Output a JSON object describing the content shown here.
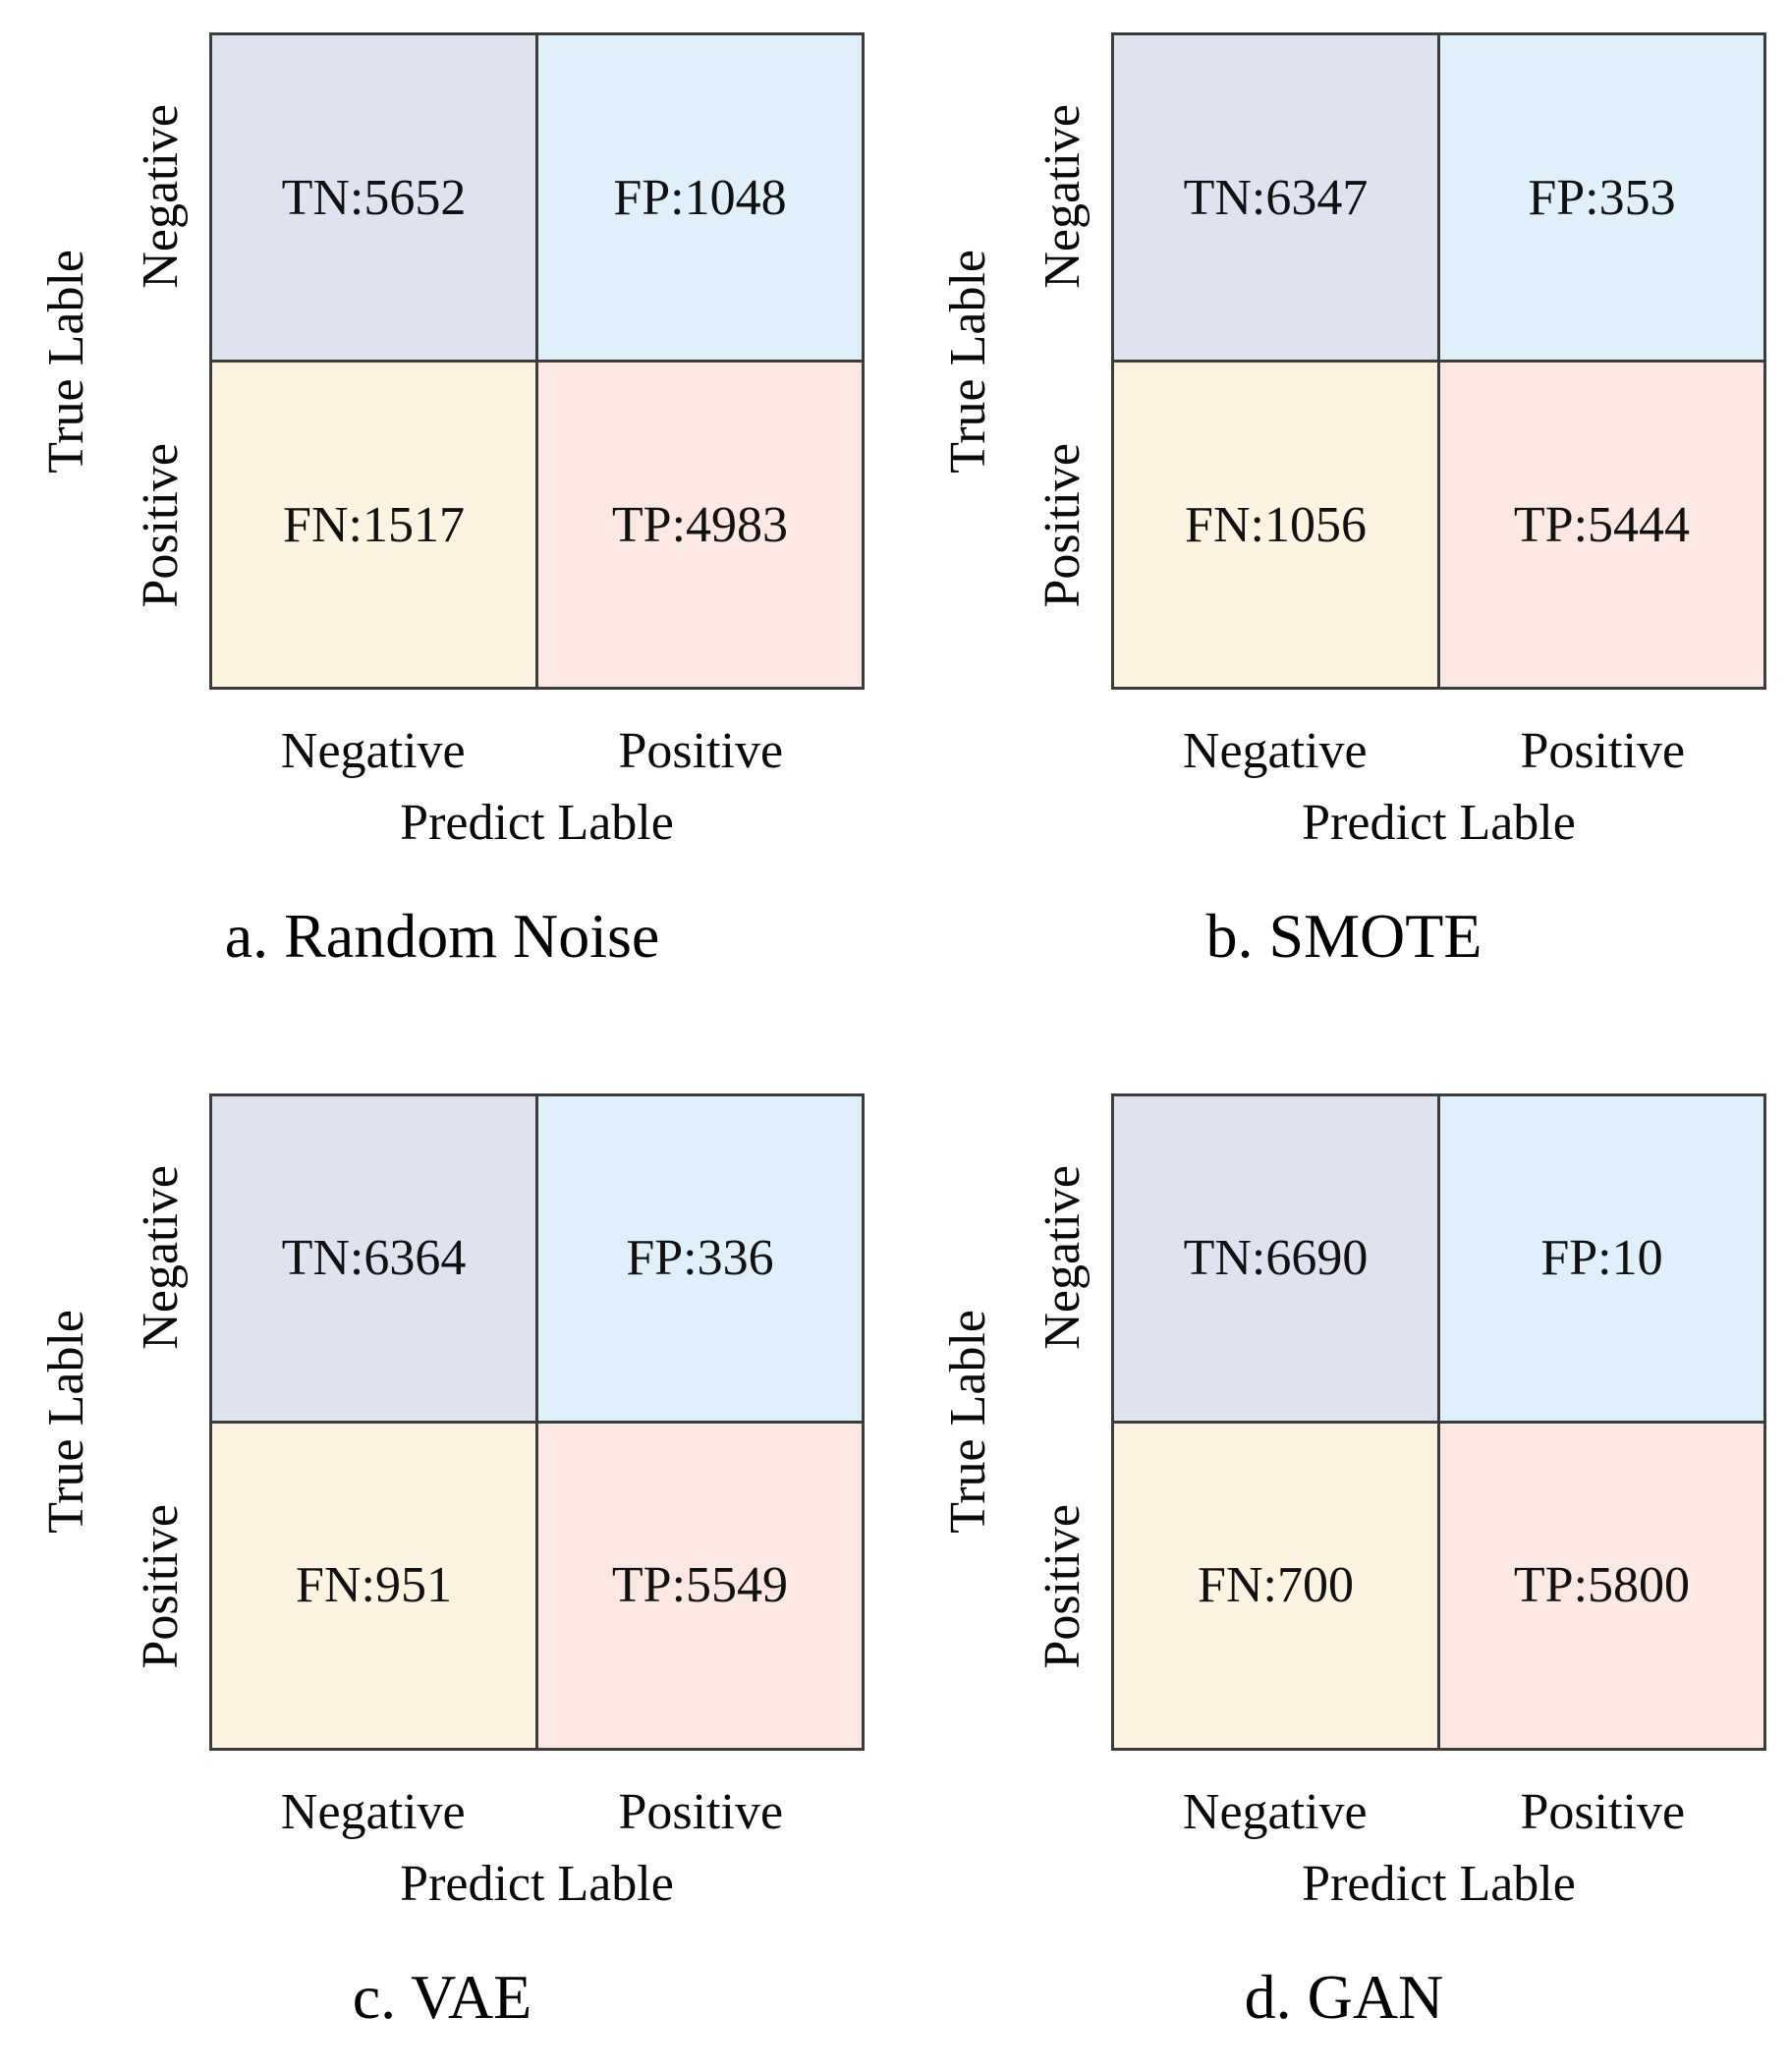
{
  "figure": {
    "y_axis_label": "True Lable",
    "x_axis_label": "Predict Lable",
    "row_labels": [
      "Negative",
      "Positive"
    ],
    "col_labels": [
      "Negative",
      "Positive"
    ]
  },
  "colors": {
    "tn": "#dfe3f0",
    "fp": "#dff0fa",
    "fn": "#fdf3e1",
    "tp": "#fbe8e3",
    "border": "#3c3c3c"
  },
  "panels": [
    {
      "id": "a",
      "caption": "a. Random Noise",
      "cells": {
        "tn": "TN:5652",
        "fp": "FP:1048",
        "fn": "FN:1517",
        "tp": "TP:4983"
      }
    },
    {
      "id": "b",
      "caption": "b. SMOTE",
      "cells": {
        "tn": "TN:6347",
        "fp": "FP:353",
        "fn": "FN:1056",
        "tp": "TP:5444"
      }
    },
    {
      "id": "c",
      "caption": "c. VAE",
      "cells": {
        "tn": "TN:6364",
        "fp": "FP:336",
        "fn": "FN:951",
        "tp": "TP:5549"
      }
    },
    {
      "id": "d",
      "caption": "d. GAN",
      "cells": {
        "tn": "TN:6690",
        "fp": "FP:10",
        "fn": "FN:700",
        "tp": "TP:5800"
      }
    }
  ],
  "chart_data": [
    {
      "type": "heatmap",
      "title": "a. Random Noise",
      "xlabel": "Predict Lable",
      "ylabel": "True Lable",
      "x_categories": [
        "Negative",
        "Positive"
      ],
      "y_categories": [
        "Negative",
        "Positive"
      ],
      "cells": {
        "TN": 5652,
        "FP": 1048,
        "FN": 1517,
        "TP": 4983
      },
      "matrix_rows_true_by_pred": [
        [
          5652,
          1048
        ],
        [
          1517,
          4983
        ]
      ],
      "legend": "none",
      "grid": "off"
    },
    {
      "type": "heatmap",
      "title": "b. SMOTE",
      "xlabel": "Predict Lable",
      "ylabel": "True Lable",
      "x_categories": [
        "Negative",
        "Positive"
      ],
      "y_categories": [
        "Negative",
        "Positive"
      ],
      "cells": {
        "TN": 6347,
        "FP": 353,
        "FN": 1056,
        "TP": 5444
      },
      "matrix_rows_true_by_pred": [
        [
          6347,
          353
        ],
        [
          1056,
          5444
        ]
      ],
      "legend": "none",
      "grid": "off"
    },
    {
      "type": "heatmap",
      "title": "c. VAE",
      "xlabel": "Predict Lable",
      "ylabel": "True Lable",
      "x_categories": [
        "Negative",
        "Positive"
      ],
      "y_categories": [
        "Negative",
        "Positive"
      ],
      "cells": {
        "TN": 6364,
        "FP": 336,
        "FN": 951,
        "TP": 5549
      },
      "matrix_rows_true_by_pred": [
        [
          6364,
          336
        ],
        [
          951,
          5549
        ]
      ],
      "legend": "none",
      "grid": "off"
    },
    {
      "type": "heatmap",
      "title": "d. GAN",
      "xlabel": "Predict Lable",
      "ylabel": "True Lable",
      "x_categories": [
        "Negative",
        "Positive"
      ],
      "y_categories": [
        "Negative",
        "Positive"
      ],
      "cells": {
        "TN": 6690,
        "FP": 10,
        "FN": 700,
        "TP": 5800
      },
      "matrix_rows_true_by_pred": [
        [
          6690,
          10
        ],
        [
          700,
          5800
        ]
      ],
      "legend": "none",
      "grid": "off"
    }
  ]
}
